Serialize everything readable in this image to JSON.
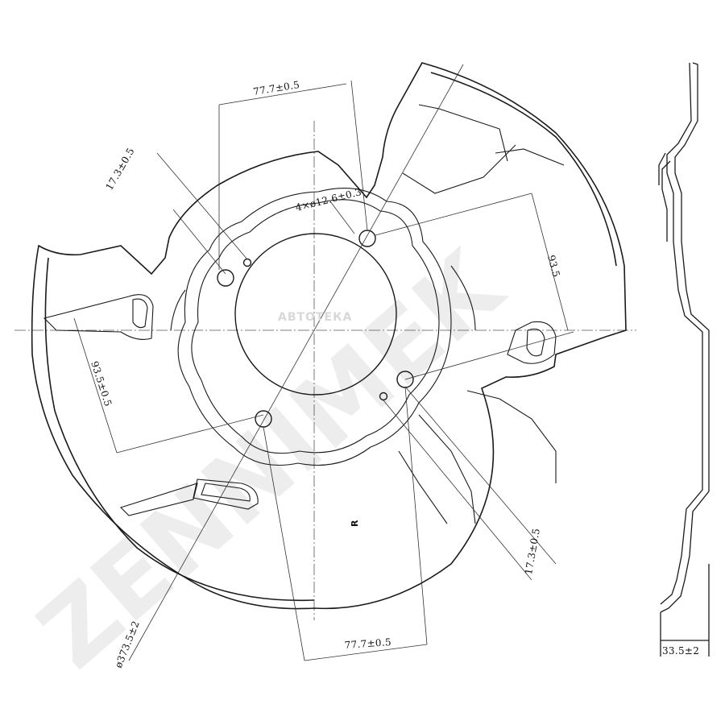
{
  "watermark": {
    "brand": "ZENNIMEK",
    "site": "АВТОТЕКА"
  },
  "part": {
    "side_mark": "R"
  },
  "dimensions": {
    "bolt_pitch_top": "77.7±0.5",
    "bolt_pitch_bottom": "77.7±0.5",
    "offset_upper_left": "17.3±0.5",
    "offset_lower_right": "17.3±0.5",
    "holes": "4×ø12.6±0.3",
    "spacing_right": "93.5",
    "spacing_left": "93.5±0.5",
    "outer_diameter": "ø373.5±2",
    "depth": "33.5±2"
  },
  "colors": {
    "line": "#1a1a1a",
    "watermark": "#ececec"
  }
}
